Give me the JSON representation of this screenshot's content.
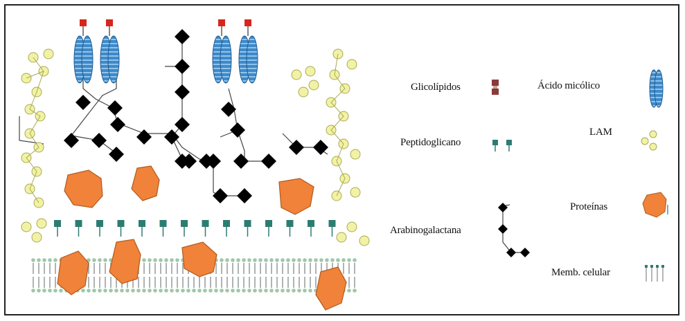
{
  "colors": {
    "mycolic": "#3f89c8",
    "mycolic_stripe": "#8fc4ec",
    "glycolipid_head": "#d8261c",
    "glycolipid_head_legend": "#8a3a3a",
    "lam": "#f2f2a6",
    "lam_stroke": "#a9a954",
    "peptidoglycan": "#2d7c72",
    "arabinogalactan": "#000000",
    "protein": "#f0823a",
    "protein_stroke": "#b05a1c",
    "membrane_head": "#9ec8a8",
    "membrane_tail": "#9aa0a0"
  },
  "legend": {
    "glicolipidos": "Glicolípidos",
    "acido_micolico": "Ácido micólico",
    "peptidoglicano": "Peptidoglicano",
    "lam": "LAM",
    "proteinas": "Proteínas",
    "arabinogalactana": "Arabinogalactana",
    "membrana": "Memb. celular"
  },
  "legend_icons": {
    "glicolipidos": "glycolipid-icon",
    "acido_micolico": "mycolic-acid-icon",
    "peptidoglicano": "peptidoglycan-icon",
    "lam": "lam-icon",
    "proteinas": "protein-icon",
    "arabinogalactana": "arabinogalactan-icon",
    "membrana": "cell-membrane-icon"
  }
}
